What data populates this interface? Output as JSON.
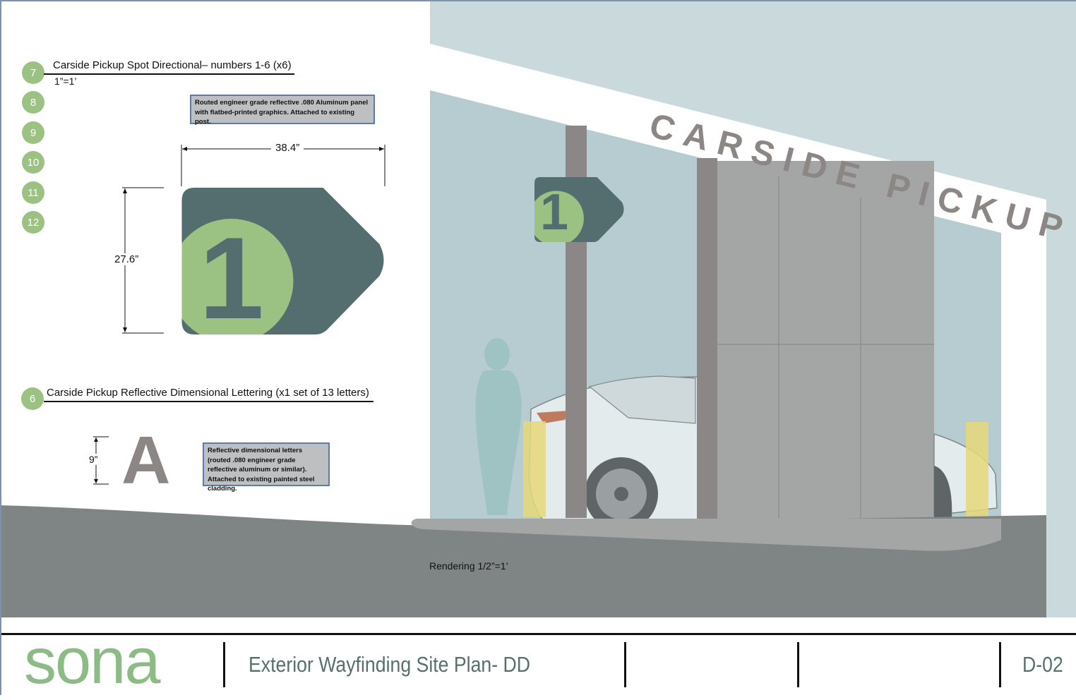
{
  "callouts": {
    "directional": {
      "markers": [
        "7",
        "8",
        "9",
        "10",
        "11",
        "12"
      ],
      "title": "Carside Pickup Spot Directional– numbers 1-6 (x6)",
      "scale": "1”=1’",
      "note": "Routed engineer grade reflective .080 Aluminum panel with flatbed-printed graphics. Attached to existing post.",
      "width_label": "38.4”",
      "height_label": "27.6”",
      "sign_number": "1"
    },
    "lettering": {
      "marker": "6",
      "title": "Carside Pickup Reflective Dimensional Lettering (x1 set of 13 letters)",
      "height_label": "9”",
      "sample_letter": "A",
      "note": "Reflective dimensional letters (routed .080 engineer grade reflective aluminum or similar). Attached to existing painted steel cladding."
    }
  },
  "rendering": {
    "canopy_text": "CARSIDE PICKUP",
    "sign_number": "1",
    "scale_label": "Rendering 1/2”=1’"
  },
  "title_block": {
    "logo": "sona",
    "sheet_title": "Exterior Wayfinding Site Plan- DD",
    "sheet_number": "D-02"
  },
  "colors": {
    "sign_dark": "#546e6f",
    "sign_green": "#9cc283",
    "sky": "#c9d9dc",
    "glass": "#b7ccd0",
    "ground": "#7f8585",
    "post": "#8a8786",
    "bollard": "#e6d87a",
    "lettering_gray": "#8c8784"
  }
}
